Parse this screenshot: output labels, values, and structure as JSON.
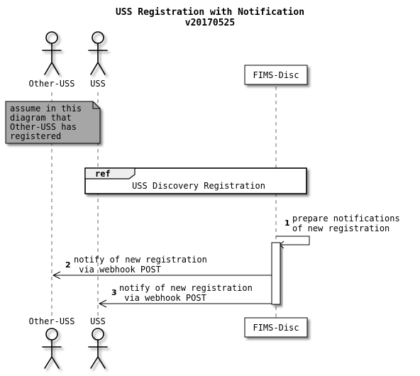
{
  "title_line1": "USS Registration with Notification",
  "title_line2": "v20170525",
  "participants": {
    "other_uss": "Other-USS",
    "uss": "USS",
    "fims_disc": "FIMS-Disc"
  },
  "note": {
    "lines": [
      "assume in this",
      "diagram that",
      "Other-USS has",
      "registered"
    ],
    "color": "#a6a6a6"
  },
  "ref": {
    "tag": "ref",
    "label": "USS Discovery Registration"
  },
  "messages": [
    {
      "num": "1",
      "lines": [
        "prepare notifications",
        "of new registration"
      ]
    },
    {
      "num": "2",
      "lines": [
        "notify of new registration",
        " via webhook POST"
      ]
    },
    {
      "num": "3",
      "lines": [
        "notify of new registration",
        " via webhook POST"
      ]
    }
  ]
}
